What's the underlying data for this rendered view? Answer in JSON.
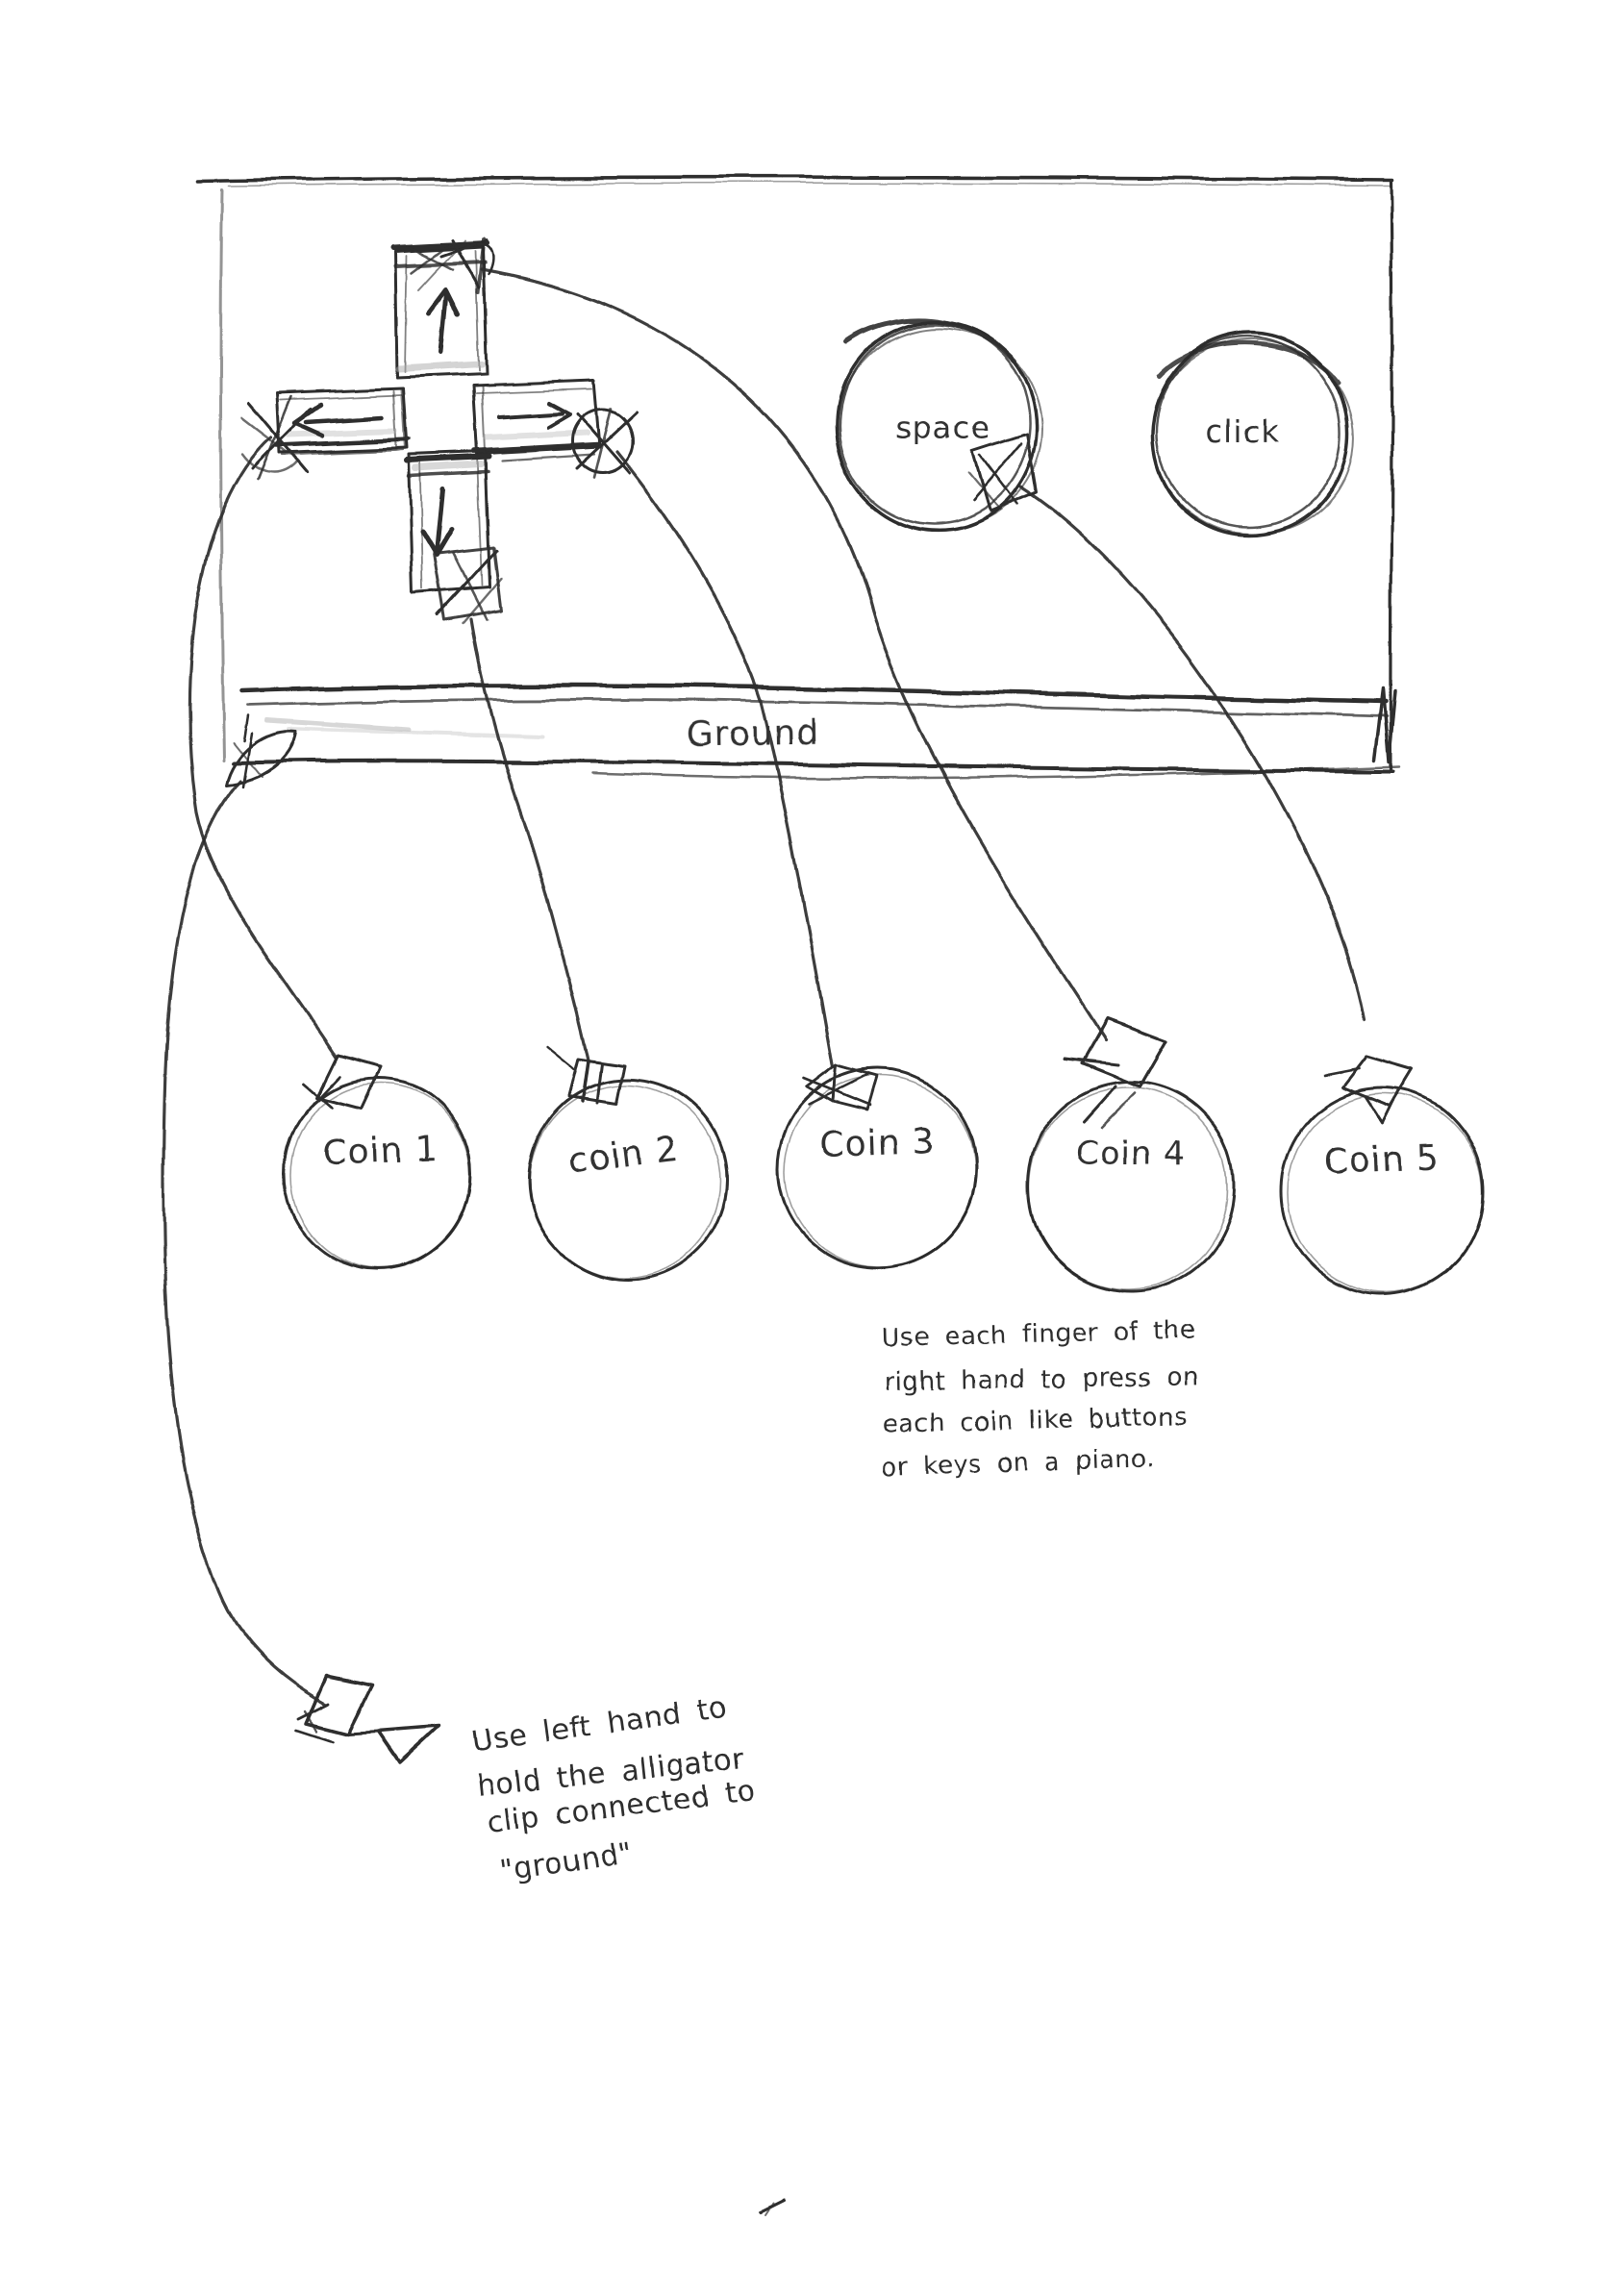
{
  "board": {
    "space_label": "space",
    "click_label": "click",
    "ground_label": "Ground",
    "dpad_icons": {
      "up": "↑",
      "down": "↓",
      "left": "←",
      "right": "→"
    }
  },
  "coins": [
    {
      "label": "Coin 1"
    },
    {
      "label": "coin 2"
    },
    {
      "label": "Coin 3"
    },
    {
      "label": "Coin 4"
    },
    {
      "label": "Coin 5"
    }
  ],
  "notes": {
    "right_hand": {
      "lines": [
        "Use each finger of the",
        "right hand to press on",
        "each coin like buttons",
        "or keys on a piano."
      ]
    },
    "left_hand": {
      "lines": [
        "Use left hand to",
        "hold the alligator",
        "clip connected to",
        "\"ground\""
      ]
    }
  },
  "connections": [
    {
      "from": "left-arrow",
      "to": "Coin 1"
    },
    {
      "from": "down-arrow",
      "to": "coin 2"
    },
    {
      "from": "right-arrow",
      "to": "Coin 3"
    },
    {
      "from": "up-arrow",
      "to": "Coin 4"
    },
    {
      "from": "space",
      "to": "Coin 5"
    },
    {
      "from": "Ground",
      "to": "hand-held alligator clip"
    }
  ],
  "colors": {
    "pencil": "#2d2d2d",
    "pencil_light": "#9a9a9a",
    "paper": "#ffffff"
  }
}
